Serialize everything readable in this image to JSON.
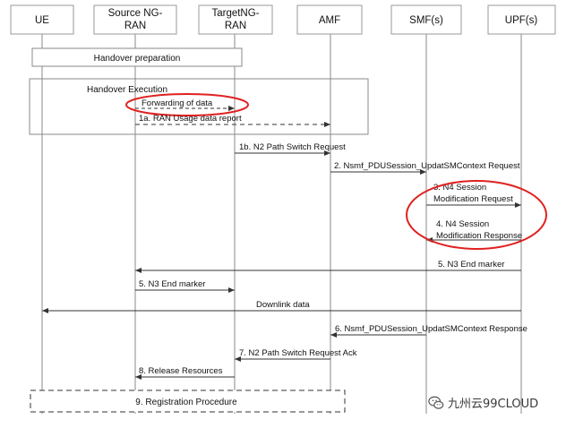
{
  "participants": [
    {
      "id": "ue",
      "lines": [
        "UE"
      ]
    },
    {
      "id": "source-ng-ran",
      "lines": [
        "Source NG-",
        "RAN"
      ]
    },
    {
      "id": "target-ng-ran",
      "lines": [
        "TargetNG-",
        "RAN"
      ]
    },
    {
      "id": "amf",
      "lines": [
        "AMF"
      ]
    },
    {
      "id": "smf",
      "lines": [
        "SMF(s)"
      ]
    },
    {
      "id": "upf",
      "lines": [
        "UPF(s)"
      ]
    }
  ],
  "frames": {
    "handover_preparation": "Handover preparation",
    "handover_execution": "Handover Execution",
    "registration_procedure": "9. Registration Procedure"
  },
  "messages": {
    "forwarding": "Forwarding of data",
    "m1a": "1a. RAN Usage data report",
    "m1b": "1b. N2 Path Switch Request",
    "m2": "2. Nsmf_PDUSession_UpdatSMContext Request",
    "m3_line1": "3. N4 Session",
    "m3_line2": "Modification Request",
    "m4_line1": "4. N4 Session",
    "m4_line2": "Modification Response",
    "m5_upf": "5. N3 End marker",
    "m5_src": "5. N3 End marker",
    "downlink": "Downlink data",
    "m6": "6. Nsmf_PDUSession_UpdatSMContext Response",
    "m7": "7. N2 Path Switch Request Ack",
    "m8": "8. Release Resources"
  },
  "watermark": {
    "text": "九州云99CLOUD",
    "icon": "wechat-icon"
  },
  "colors": {
    "line": "#333333",
    "highlight": "#e02020",
    "box_border": "#8a8a8a"
  }
}
